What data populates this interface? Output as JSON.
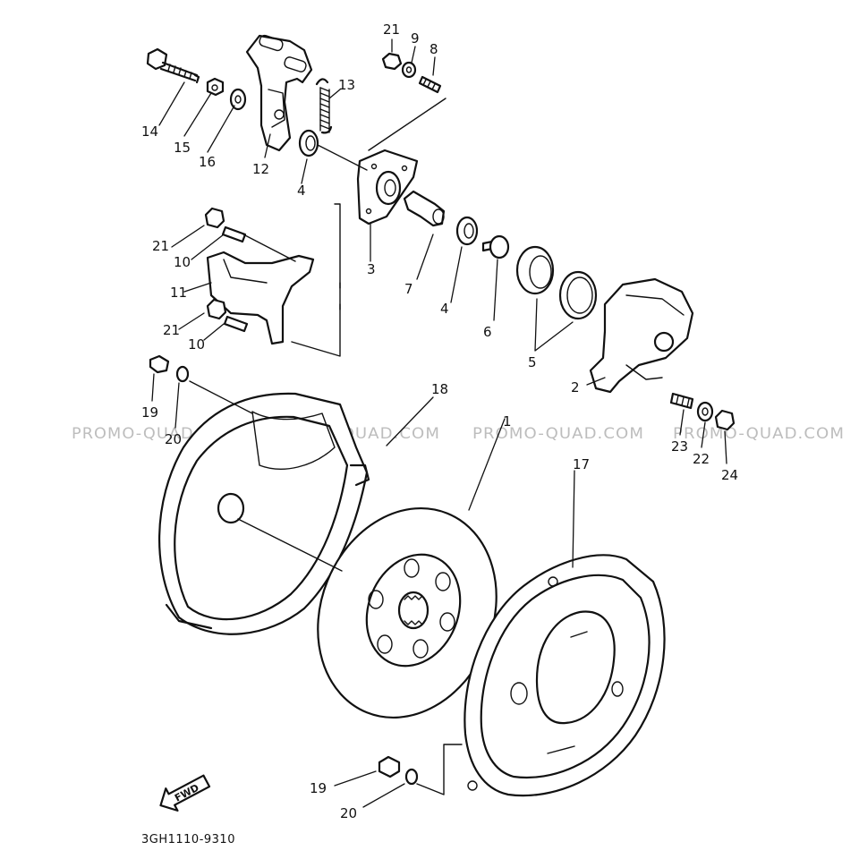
{
  "diagram": {
    "drawing_code": "3GH1110-9310",
    "fwd_label": "FWD",
    "watermark_text": "PROMO-QUAD.COM",
    "callouts": [
      "1",
      "2",
      "3",
      "4",
      "4",
      "5",
      "6",
      "7",
      "8",
      "9",
      "10",
      "10",
      "11",
      "12",
      "13",
      "14",
      "15",
      "16",
      "17",
      "18",
      "19",
      "19",
      "20",
      "20",
      "21",
      "21",
      "21",
      "22",
      "23",
      "24"
    ]
  },
  "colors": {
    "ink": "#111111",
    "watermark": "#bdbdbd",
    "paper": "#ffffff"
  }
}
